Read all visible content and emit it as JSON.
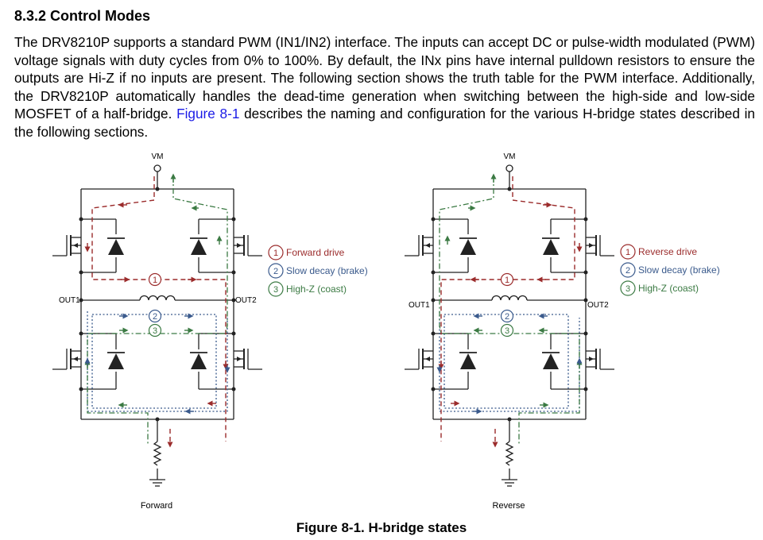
{
  "section": {
    "heading": "8.3.2 Control Modes",
    "paragraph_before_link": "The DRV8210P supports a standard PWM (IN1/IN2) interface. The inputs can accept DC or pulse-width modulated (PWM) voltage signals with duty cycles from 0% to 100%. By default, the INx pins have internal pulldown resistors to ensure the outputs are Hi-Z if no inputs are present. The following section shows the truth table for the PWM interface. Additionally, the DRV8210P automatically handles the dead-time generation when switching between the high-side and low-side MOSFET of a half-bridge.",
    "figure_link": "Figure 8-1",
    "paragraph_after_link": "describes the naming and configuration for the various H-bridge states described in the following sections."
  },
  "figure": {
    "caption": "Figure 8-1. H-bridge states",
    "vm_label": "VM",
    "out1_label": "OUT1",
    "out2_label": "OUT2",
    "forward": {
      "title": "Forward",
      "legend": [
        {
          "num": "1",
          "text": "Forward drive"
        },
        {
          "num": "2",
          "text": "Slow decay (brake)"
        },
        {
          "num": "3",
          "text": "High-Z (coast)"
        }
      ]
    },
    "reverse": {
      "title": "Reverse",
      "legend": [
        {
          "num": "1",
          "text": "Reverse drive"
        },
        {
          "num": "2",
          "text": "Slow decay (brake)"
        },
        {
          "num": "3",
          "text": "High-Z (coast)"
        }
      ]
    },
    "colors": {
      "drive": "#9b2c2c",
      "brake": "#3a5a8c",
      "coast": "#3b7a43",
      "wire": "#222222"
    }
  }
}
